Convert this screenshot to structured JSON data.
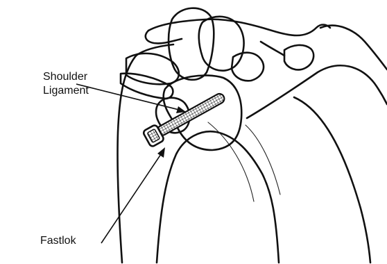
{
  "labels": {
    "ligament_line1": "Shoulder",
    "ligament_line2": "Ligament",
    "device": "Fastlok"
  }
}
